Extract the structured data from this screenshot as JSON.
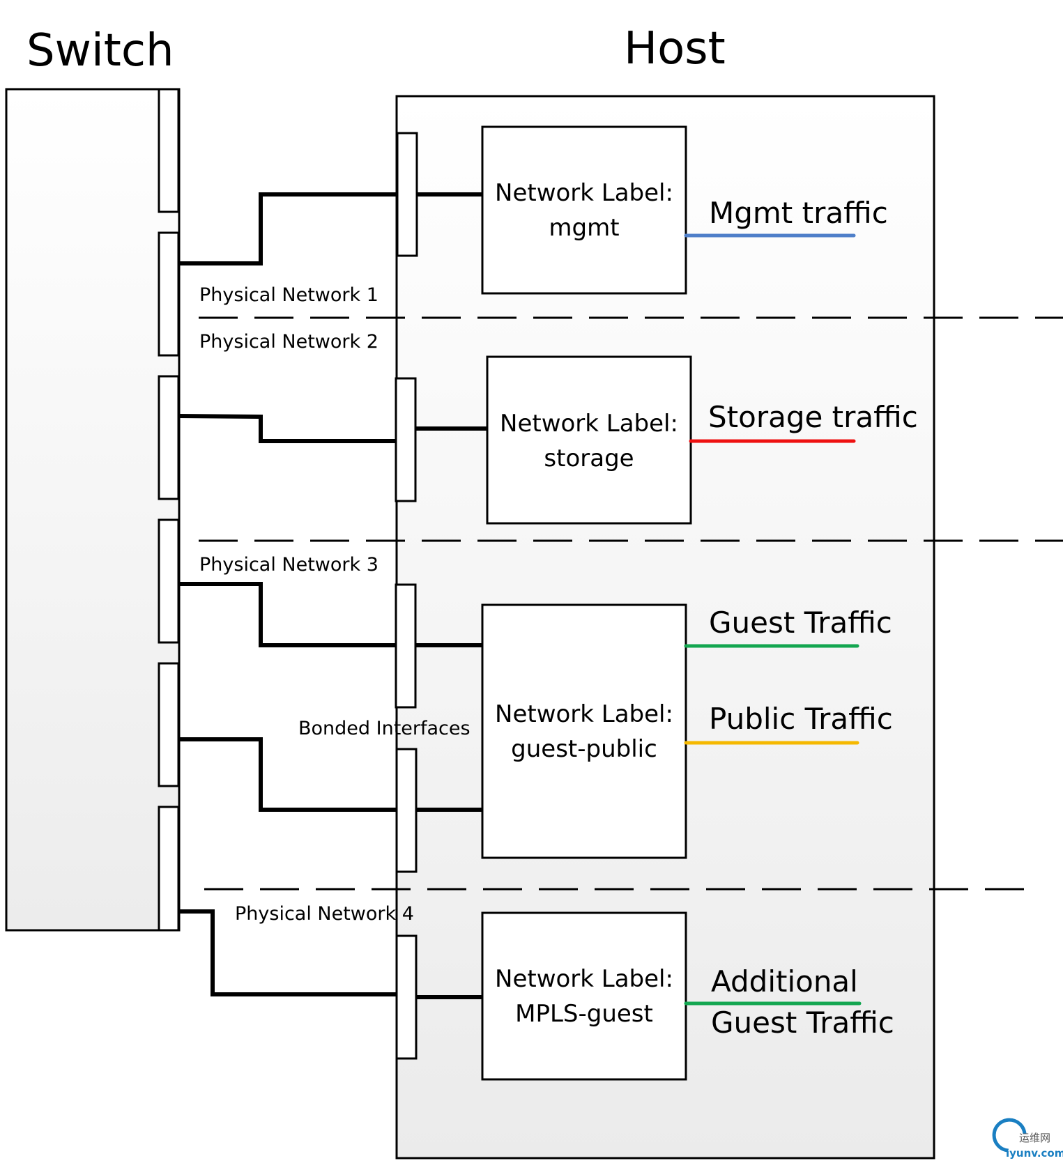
{
  "titles": {
    "switch": "Switch",
    "host": "Host"
  },
  "network_labels": [
    {
      "line1": "Network Label:",
      "line2": "mgmt"
    },
    {
      "line1": "Network Label:",
      "line2": "storage"
    },
    {
      "line1": "Network Label:",
      "line2": "guest-public"
    },
    {
      "line1": "Network Label:",
      "line2": "MPLS-guest"
    }
  ],
  "traffic": [
    {
      "label": "Mgmt traffic",
      "color": "#4f7fc9"
    },
    {
      "label": "Storage traffic",
      "color": "#ee1111"
    },
    {
      "label": "Guest Traffic",
      "color": "#13a650"
    },
    {
      "label": "Public Traffic",
      "color": "#f5b800"
    },
    {
      "label_line1": "Additional",
      "label_line2": "Guest Traffic",
      "color": "#13a650"
    }
  ],
  "physical_networks": [
    "Physical Network 1",
    "Physical Network 2",
    "Physical Network 3",
    "Physical Network 4"
  ],
  "bonded_label": "Bonded Interfaces",
  "watermark": {
    "cn": "运维网",
    "url": "iyunv.com"
  }
}
